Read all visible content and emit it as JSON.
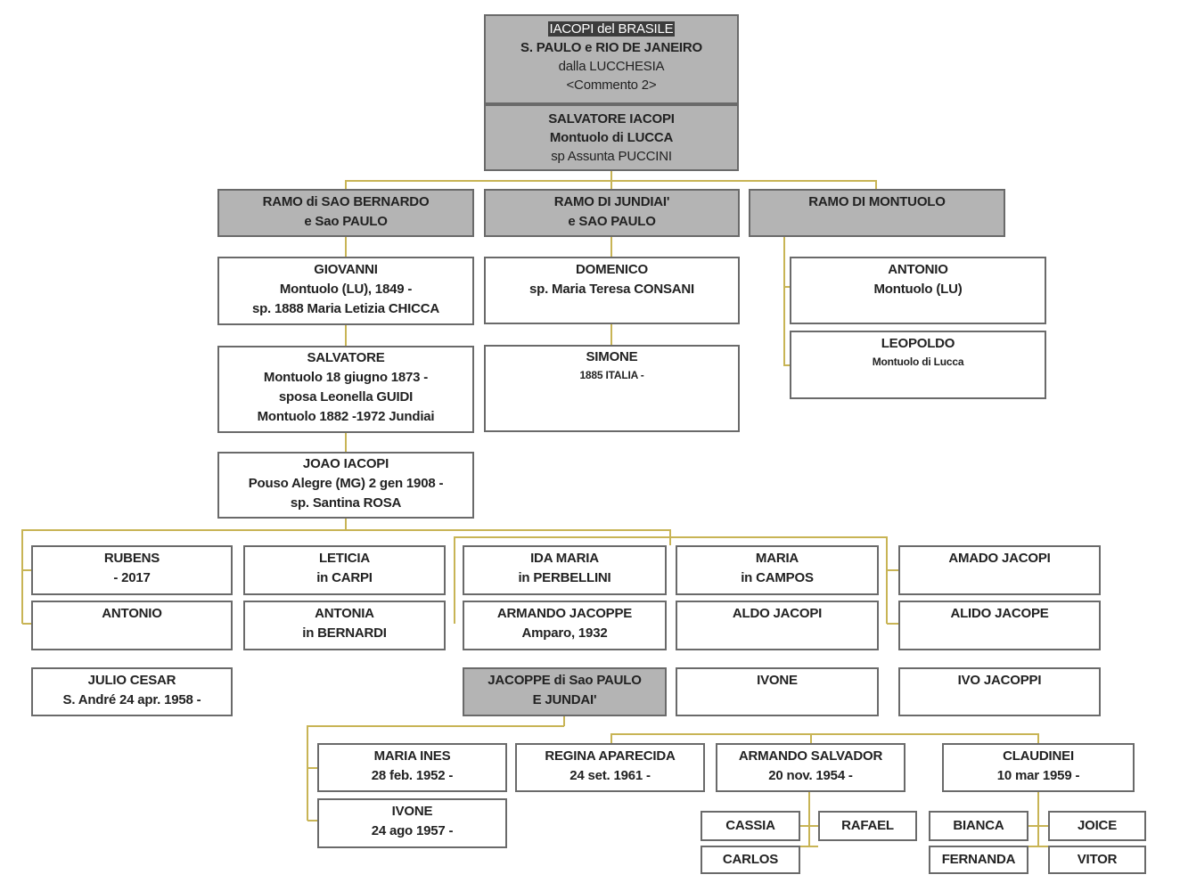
{
  "header": {
    "title": "IACOPI del BRASILE",
    "line2": "S. PAULO e RIO DE JANEIRO",
    "line3": "dalla LUCCHESIA",
    "line4": "<Commento 2>"
  },
  "founder": {
    "name": "SALVATORE IACOPI",
    "line2": "Montuolo di LUCCA",
    "line3": "sp Assunta PUCCINI"
  },
  "branches": [
    {
      "line1": "RAMO di SAO BERNARDO",
      "line2": "e Sao PAULO"
    },
    {
      "line1": "RAMO DI JUNDIAI'",
      "line2": "e SAO PAULO"
    },
    {
      "line1": "RAMO DI MONTUOLO",
      "line2": ""
    }
  ],
  "people": {
    "giovanni": {
      "l1": "GIOVANNI",
      "l2": "Montuolo (LU), 1849 -",
      "l3": "sp. 1888 Maria Letizia CHICCA"
    },
    "domenico": {
      "l1": "DOMENICO",
      "l2": "sp. Maria Teresa CONSANI"
    },
    "antonio_m": {
      "l1": "ANTONIO",
      "l2": "Montuolo (LU)"
    },
    "leopoldo": {
      "l1": "LEOPOLDO",
      "l2": "Montuolo di Lucca"
    },
    "salvatore": {
      "l1": "SALVATORE",
      "l2": "Montuolo 18 giugno 1873 -",
      "l3": "sposa Leonella GUIDI",
      "l4": "Montuolo 1882 -1972 Jundiai"
    },
    "simone": {
      "l1": "SIMONE",
      "l2": "1885 ITALIA -"
    },
    "joao": {
      "l1": "JOAO IACOPI",
      "l2": "Pouso Alegre (MG) 2 gen 1908 -",
      "l3": "sp. Santina ROSA"
    },
    "rubens": {
      "l1": "RUBENS",
      "l2": "- 2017"
    },
    "leticia": {
      "l1": "LETICIA",
      "l2": "in CARPI"
    },
    "ida": {
      "l1": "IDA MARIA",
      "l2": "in PERBELLINI"
    },
    "maria": {
      "l1": "MARIA",
      "l2": "in CAMPOS"
    },
    "amado": {
      "l1": "AMADO JACOPI"
    },
    "antonio": {
      "l1": "ANTONIO"
    },
    "antonia": {
      "l1": "ANTONIA",
      "l2": "in BERNARDI"
    },
    "armando": {
      "l1": "ARMANDO JACOPPE",
      "l2": "Amparo, 1932"
    },
    "aldo": {
      "l1": "ALDO JACOPI"
    },
    "alido": {
      "l1": "ALIDO JACOPE"
    },
    "julio": {
      "l1": "JULIO CESAR",
      "l2": "S. André 24 apr. 1958 -"
    },
    "jacoppe": {
      "l1": "JACOPPE di Sao PAULO",
      "l2": "E JUNDAI'"
    },
    "ivone1": {
      "l1": "IVONE"
    },
    "ivo": {
      "l1": "IVO JACOPPI"
    },
    "mariaines": {
      "l1": "MARIA INES",
      "l2": "28 feb. 1952 -"
    },
    "regina": {
      "l1": "REGINA APARECIDA",
      "l2": "24 set. 1961 -"
    },
    "armandos": {
      "l1": "ARMANDO SALVADOR",
      "l2": "20 nov. 1954 -"
    },
    "claudinei": {
      "l1": "CLAUDINEI",
      "l2": "10 mar 1959 -"
    },
    "ivone2": {
      "l1": "IVONE",
      "l2": "24 ago 1957 -"
    },
    "cassia": {
      "l1": "CASSIA"
    },
    "rafael": {
      "l1": "RAFAEL"
    },
    "carlos": {
      "l1": "CARLOS"
    },
    "bianca": {
      "l1": "BIANCA"
    },
    "joice": {
      "l1": "JOICE"
    },
    "fernanda": {
      "l1": "FERNANDA"
    },
    "vitor": {
      "l1": "VITOR"
    }
  },
  "colors": {
    "line": "#c8b455",
    "border": "#6a6a6a",
    "gray_fill": "#b4b4b4"
  }
}
